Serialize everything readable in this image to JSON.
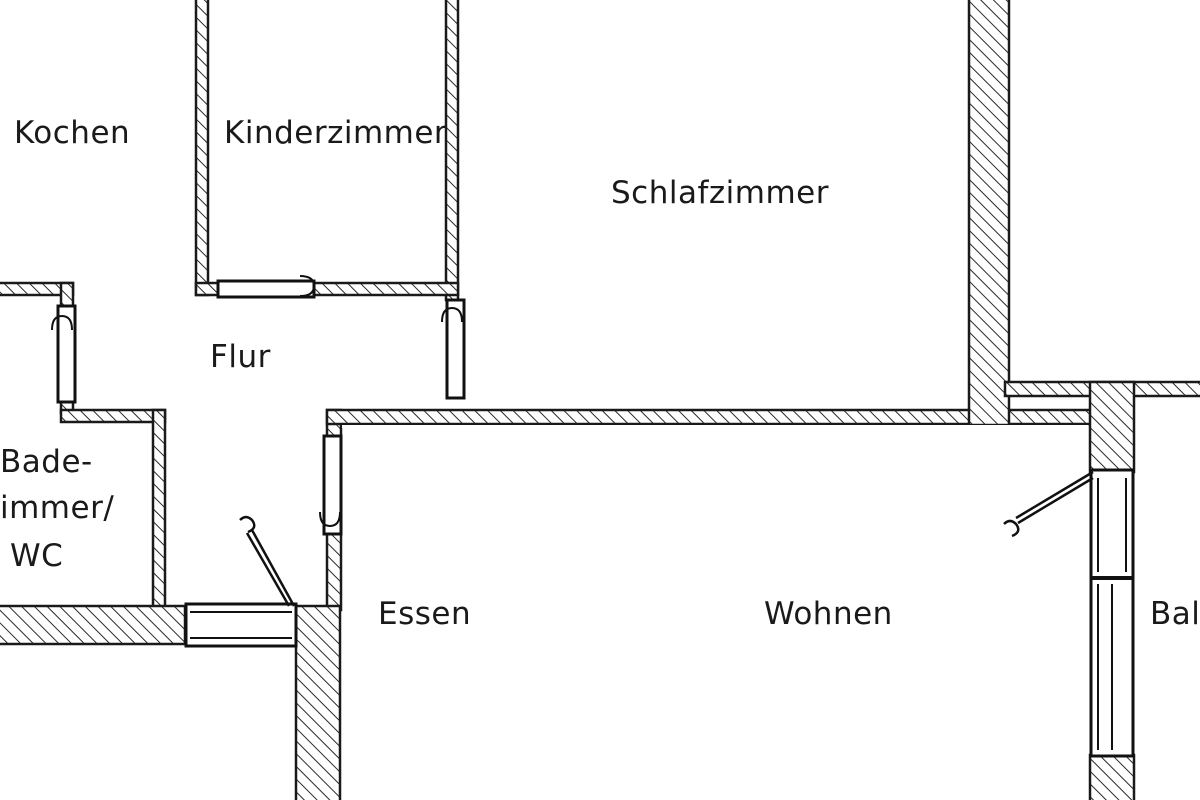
{
  "floor_plan": {
    "rooms": {
      "kochen": "Kochen",
      "kinderzimmer": "Kinderzimmer",
      "schlafzimmer": "Schlafzimmer",
      "flur": "Flur",
      "badezimmer_line1": "Bade-",
      "badezimmer_line2": "immer/",
      "badezimmer_line3": "WC",
      "essen": "Essen",
      "wohnen": "Wohnen",
      "balkon_partial": "Bal"
    },
    "colors": {
      "wall_line": "#1a1a1a",
      "hatch": "#2a2a2a",
      "background": "#ffffff"
    }
  }
}
